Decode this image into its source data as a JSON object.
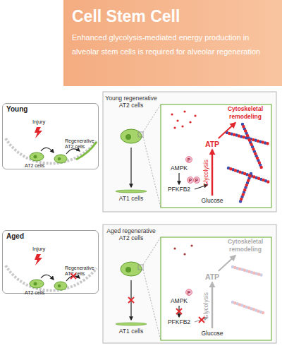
{
  "diagram": {
    "nodes": [
      {
        "text": [
          "Cell Stem Cell",
          "Enhanced glycolysis-mediated energy production in alveolar stem cells is required for alveolar regeneration"
        ]
      },
      {
        "text": [
          "Young"
        ]
      },
      {
        "text": [
          "Young regenerative AT2 cells"
        ]
      },
      {
        "text": [
          "AT1 cells"
        ]
      },
      {
        "text": [
          "AMPK"
        ]
      },
      {
        "text": [
          "PFKFB2"
        ]
      },
      {
        "text": [
          "Glucose"
        ]
      },
      {
        "text": [
          "ATP"
        ]
      },
      {
        "text": [
          "Cytoskeletal remodeling"
        ]
      },
      {
        "text": [
          "Aged"
        ]
      },
      {
        "text": [
          "Aged regenerative AT2 cells"
        ]
      },
      {
        "text": [
          "AT1 cells"
        ]
      },
      {
        "text": [
          "AMPK"
        ]
      },
      {
        "text": [
          "PFKFB2"
        ]
      },
      {
        "text": [
          "Glucose"
        ]
      },
      {
        "text": [
          "ATP"
        ]
      },
      {
        "text": [
          "Cytoskeletal remodeling"
        ]
      }
    ],
    "edges": [
      {
        "from": 2,
        "to": 3,
        "arrow": "to"
      },
      {
        "from": 4,
        "to": 5,
        "arrow": "to"
      },
      {
        "from": 6,
        "to": 7,
        "label": "Glycolysis",
        "arrow": "to"
      },
      {
        "from": 7,
        "to": 8,
        "arrow": "to"
      },
      {
        "from": 10,
        "to": 11,
        "arrow": "to"
      },
      {
        "from": 12,
        "to": 13,
        "arrow": "to"
      },
      {
        "from": 14,
        "to": 15,
        "label": "Glycolysis",
        "arrow": "to"
      },
      {
        "from": 15,
        "to": 16,
        "arrow": "to"
      }
    ],
    "labels": [
      "Injury",
      "AT2 cells",
      "Regenerative AT2 cells",
      "P",
      "P",
      "P",
      "Injury",
      "AT2 cells",
      "Regenerative AT2 cells",
      "P"
    ]
  }
}
